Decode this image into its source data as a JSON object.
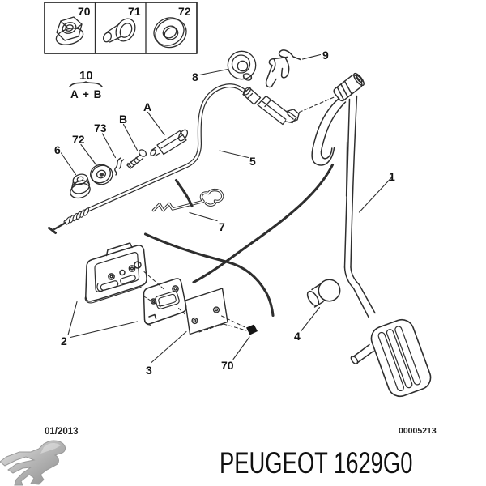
{
  "diagram": {
    "legend_cells": [
      "70",
      "71",
      "72"
    ],
    "note": {
      "number": "10",
      "formula": "A + B"
    },
    "callouts": {
      "small_grommet": "6",
      "small_washer": "72",
      "retaining_clip": "73",
      "bolt": "B",
      "adjuster": "A",
      "firewall_grommet": "8",
      "cable_clip": "9",
      "cable": "5",
      "link_rod": "7",
      "pedal": "1",
      "bracket": "2",
      "plate": "3",
      "nut": "70",
      "stop": "4"
    }
  },
  "footer": {
    "date": "01/2013",
    "document_number": "00005213",
    "brand": "PEUGEOT",
    "part_code": "1629G0"
  }
}
